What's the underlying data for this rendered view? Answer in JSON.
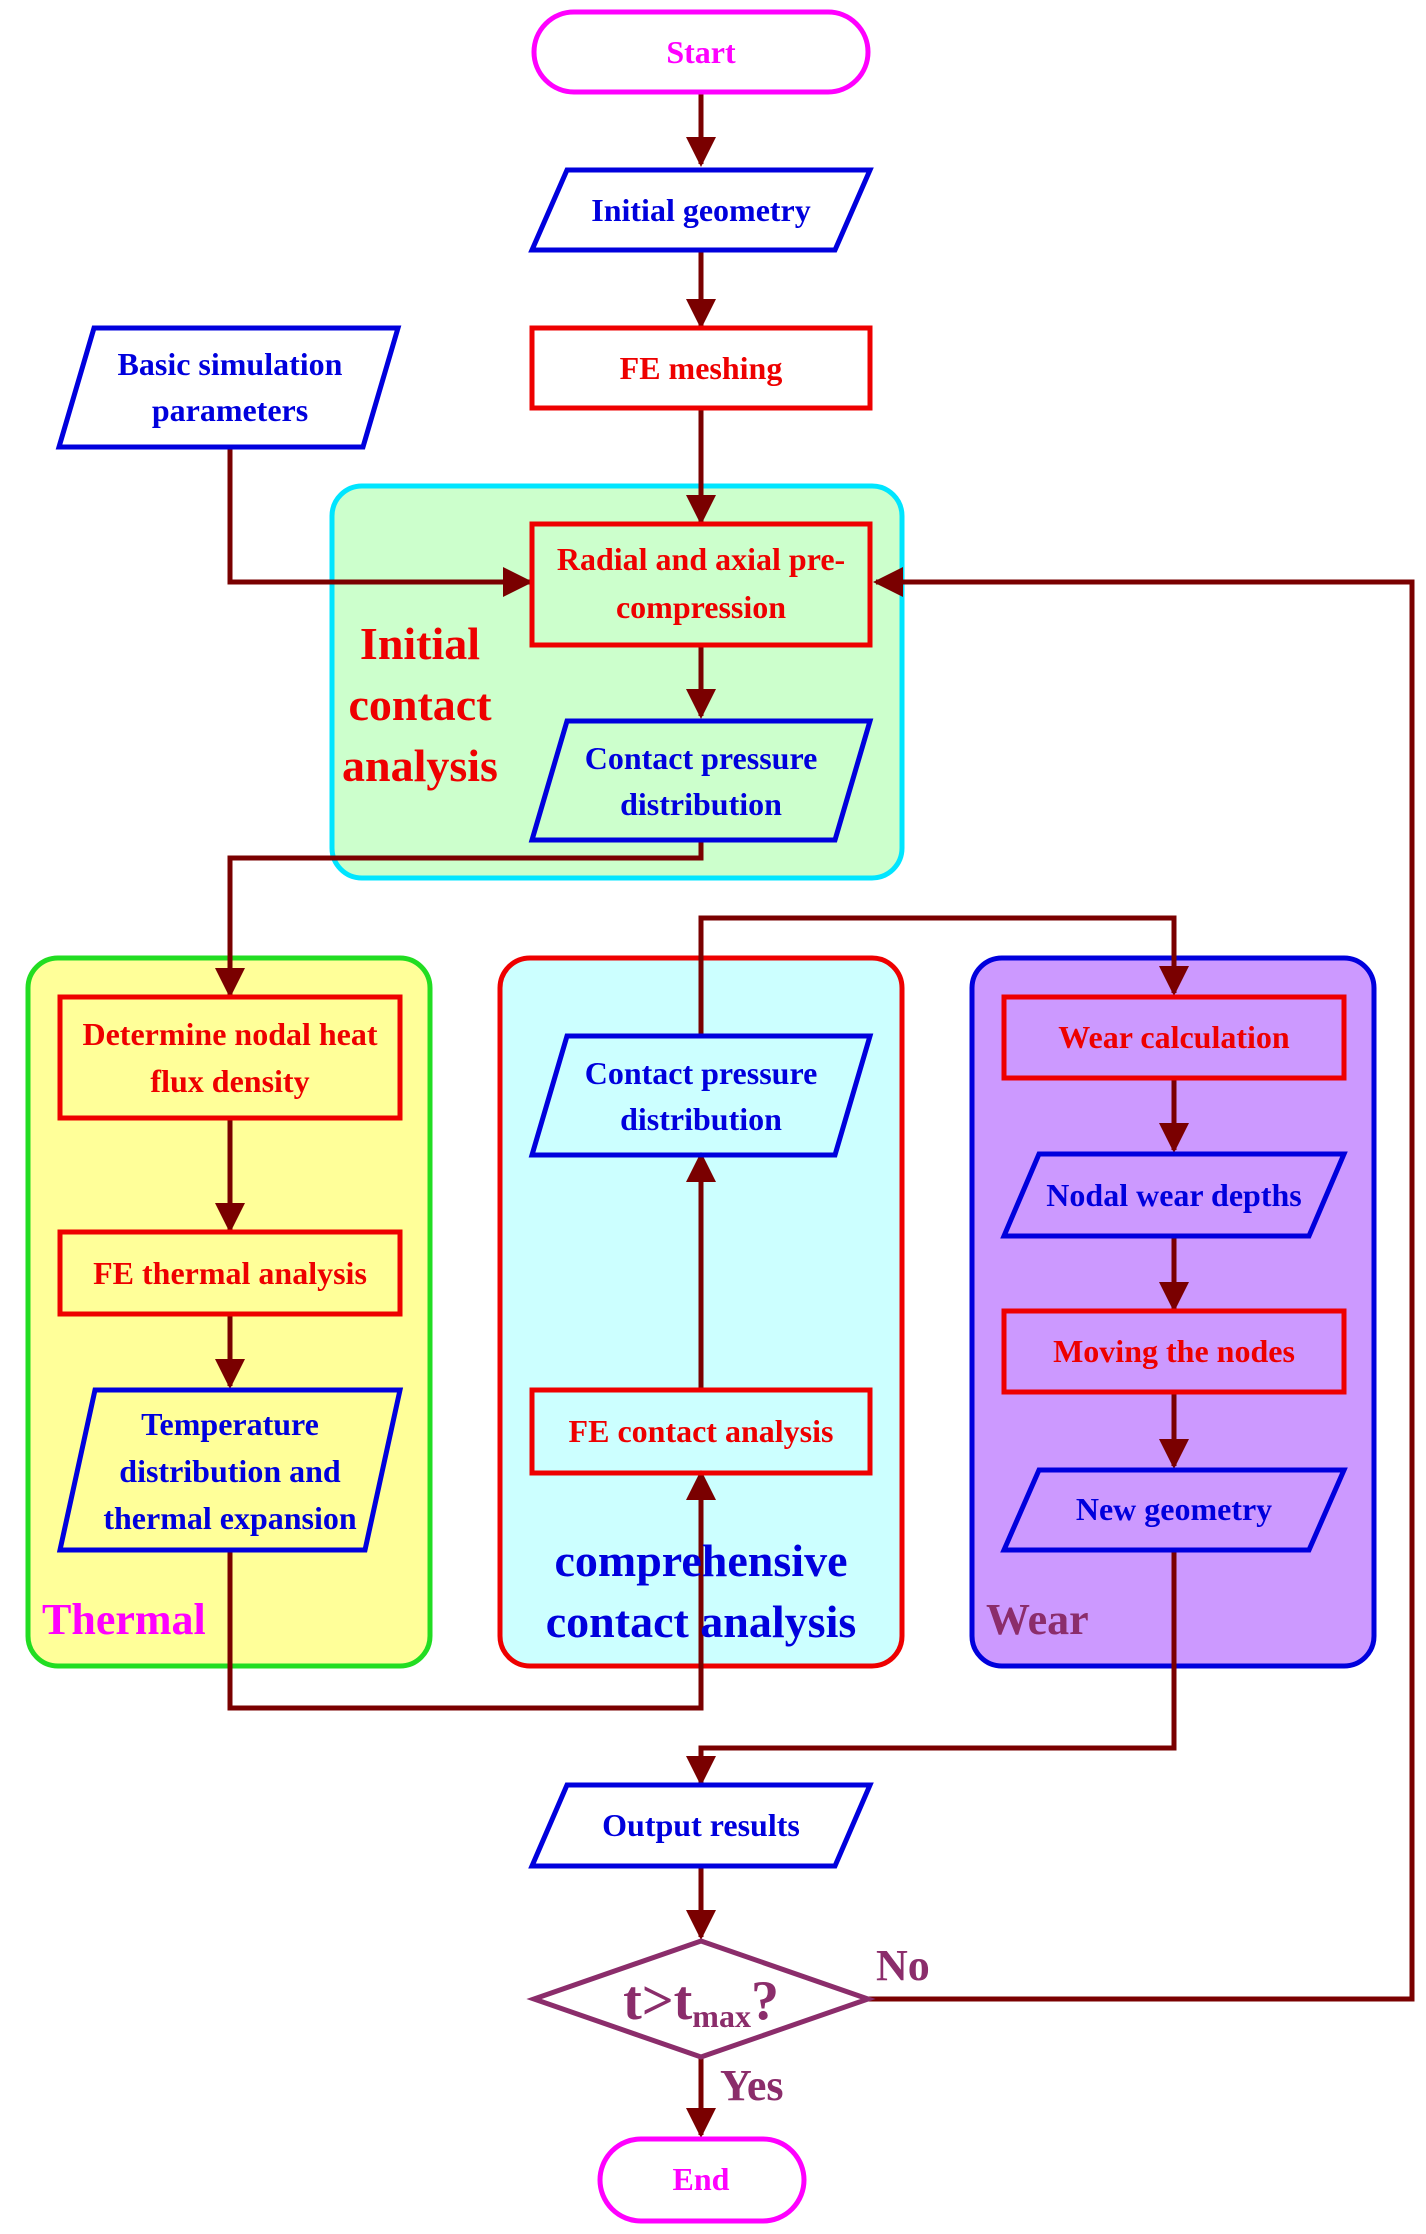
{
  "colors": {
    "arrow": "#7a0000",
    "blue": "#0000dd",
    "red": "#ee0000",
    "magenta": "#ff00ff",
    "plum": "#8b2d6b",
    "green_fill": "#ccffcc",
    "cyan_stroke": "#00e5ff",
    "yellow_fill": "#ffff99",
    "green_stroke": "#22dd22",
    "cyan_fill": "#ccffff",
    "purple_fill": "#cc99ff"
  },
  "nodes": {
    "start": "Start",
    "initial_geometry": "Initial geometry",
    "fe_meshing": "FE meshing",
    "basic_params_line1": "Basic simulation",
    "basic_params_line2": "parameters",
    "radial_line1": "Radial and axial pre-",
    "radial_line2": "compression",
    "contact_pressure_1_line1": "Contact pressure",
    "contact_pressure_1_line2": "distribution",
    "heat_flux_line1": "Determine nodal heat",
    "heat_flux_line2": "flux density",
    "fe_thermal": "FE thermal analysis",
    "temp_line1": "Temperature",
    "temp_line2": "distribution and",
    "temp_line3": "thermal expansion",
    "contact_pressure_2_line1": "Contact pressure",
    "contact_pressure_2_line2": "distribution",
    "fe_contact": "FE contact analysis",
    "wear_calc": "Wear calculation",
    "nodal_wear": "Nodal wear depths",
    "moving_nodes": "Moving the nodes",
    "new_geometry": "New geometry",
    "output_results": "Output results",
    "decision_main": "t>t",
    "decision_sub": "max",
    "decision_q": "?",
    "end": "End"
  },
  "groups": {
    "initial_line1": "Initial",
    "initial_line2": "contact",
    "initial_line3": "analysis",
    "thermal": "Thermal",
    "comprehensive_line1": "comprehensive",
    "comprehensive_line2": "contact analysis",
    "wear": "Wear"
  },
  "edge_labels": {
    "no": "No",
    "yes": "Yes"
  }
}
